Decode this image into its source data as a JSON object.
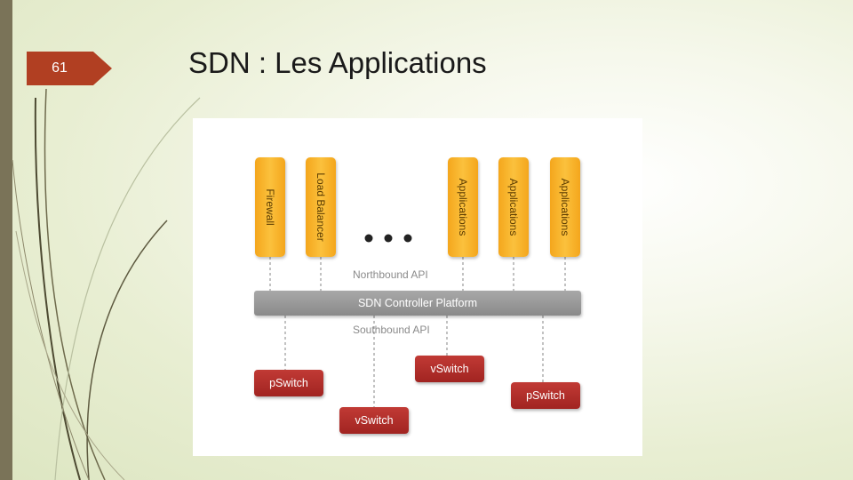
{
  "slide": {
    "number": "61",
    "title": "SDN : Les Applications"
  },
  "diagram": {
    "applications": [
      {
        "label": "Firewall"
      },
      {
        "label": "Load Balancer"
      },
      {
        "label": "Applications"
      },
      {
        "label": "Applications"
      },
      {
        "label": "Applications"
      }
    ],
    "ellipsis": "• • •",
    "northbound_label": "Northbound API",
    "controller_label": "SDN Controller Platform",
    "southbound_label": "Southbound API",
    "switches": [
      {
        "label": "pSwitch"
      },
      {
        "label": "vSwitch"
      },
      {
        "label": "vSwitch"
      },
      {
        "label": "pSwitch"
      }
    ]
  },
  "colors": {
    "app_box": "#f9b52c",
    "controller": "#999999",
    "switch": "#b22e2b",
    "slide_number_tab": "#b13f22",
    "left_bar": "#7a7358"
  }
}
